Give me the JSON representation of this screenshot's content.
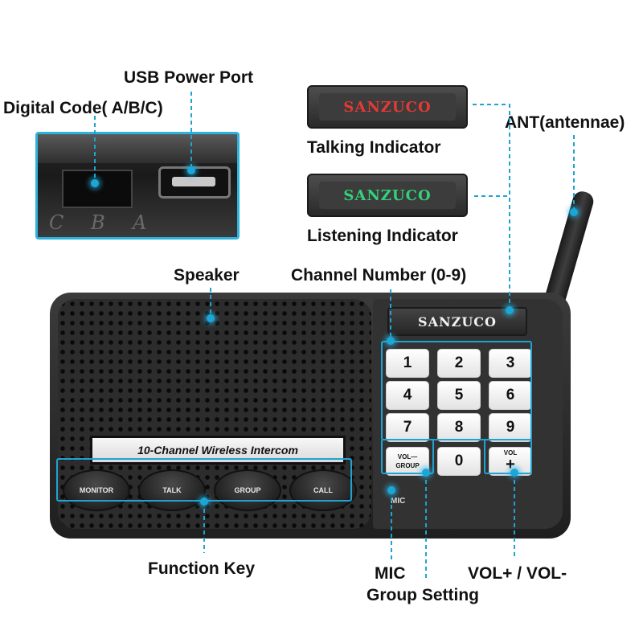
{
  "labels": {
    "usb_power_port": "USB Power Port",
    "digital_code": "Digital Code( A/B/C)",
    "talking_indicator": "Talking Indicator",
    "listening_indicator": "Listening Indicator",
    "antenna": "ANT(antennae)",
    "speaker": "Speaker",
    "channel_number": "Channel Number (0-9)",
    "function_key": "Function Key",
    "mic": "MIC",
    "group_setting": "Group Setting",
    "volume": "VOL+ / VOL-"
  },
  "inset": {
    "code_letters": [
      "C",
      "B",
      "A"
    ]
  },
  "indicators": {
    "talking": {
      "text": "SANZUCO",
      "color": "#e53935"
    },
    "listening": {
      "text": "SANZUCO",
      "color": "#33d17a"
    }
  },
  "device": {
    "brand": "SANZUCO",
    "model": "10-Channel Wireless Intercom",
    "keys": [
      "1",
      "2",
      "3",
      "4",
      "5",
      "6",
      "7",
      "8",
      "9",
      "0"
    ],
    "vol_group_key": {
      "top": "VOL—",
      "bottom": "GROUP"
    },
    "vol_plus_key": {
      "top": "VOL",
      "symbol": "+"
    },
    "function_keys": [
      "MONITOR",
      "TALK",
      "GROUP",
      "CALL"
    ],
    "mic_text": "MIC"
  },
  "accent_color": "#1fa3d3"
}
